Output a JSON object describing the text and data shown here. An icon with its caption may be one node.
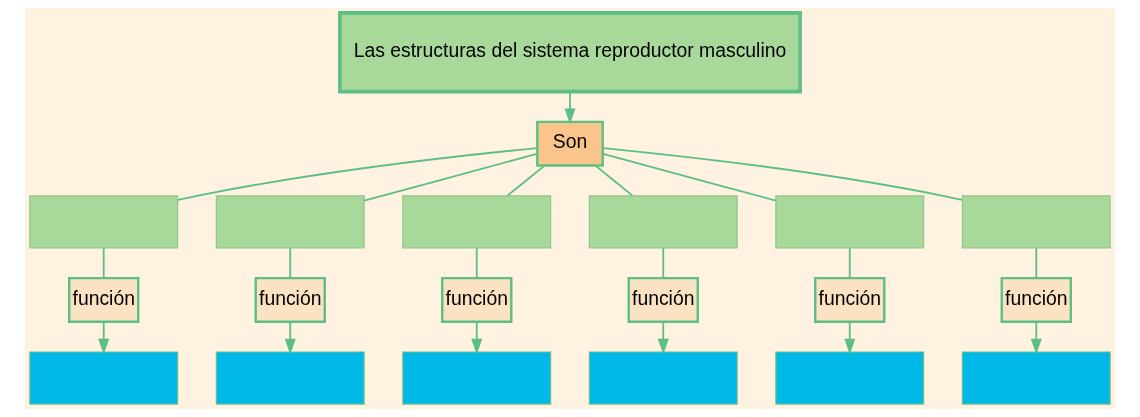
{
  "diagram": {
    "nodes": [
      {
        "text": [
          "Las estructuras del sistema reproductor masculino"
        ]
      },
      {
        "text": [
          "Son"
        ]
      },
      {
        "text": [],
        "shape": "box"
      },
      {
        "text": [],
        "shape": "box"
      },
      {
        "text": [],
        "shape": "box"
      },
      {
        "text": [],
        "shape": "box"
      },
      {
        "text": [],
        "shape": "box"
      },
      {
        "text": [],
        "shape": "box"
      },
      {
        "text": [
          "función"
        ]
      },
      {
        "text": [
          "función"
        ]
      },
      {
        "text": [
          "función"
        ]
      },
      {
        "text": [
          "función"
        ]
      },
      {
        "text": [
          "función"
        ]
      },
      {
        "text": [
          "función"
        ]
      },
      {
        "text": [],
        "shape": "box"
      },
      {
        "text": [],
        "shape": "box"
      },
      {
        "text": [],
        "shape": "box"
      },
      {
        "text": [],
        "shape": "box"
      },
      {
        "text": [],
        "shape": "box"
      },
      {
        "text": [],
        "shape": "box"
      }
    ],
    "edges": [
      {
        "from": 0,
        "to": 1,
        "arrow": "to"
      },
      {
        "from": 1,
        "to": 2,
        "arrow": "none"
      },
      {
        "from": 1,
        "to": 3,
        "arrow": "none"
      },
      {
        "from": 1,
        "to": 4,
        "arrow": "none"
      },
      {
        "from": 1,
        "to": 5,
        "arrow": "none"
      },
      {
        "from": 1,
        "to": 6,
        "arrow": "none"
      },
      {
        "from": 1,
        "to": 7,
        "arrow": "none"
      },
      {
        "from": 2,
        "to": 8,
        "arrow": "none"
      },
      {
        "from": 3,
        "to": 9,
        "arrow": "none"
      },
      {
        "from": 4,
        "to": 10,
        "arrow": "none"
      },
      {
        "from": 5,
        "to": 11,
        "arrow": "none"
      },
      {
        "from": 6,
        "to": 12,
        "arrow": "none"
      },
      {
        "from": 7,
        "to": 13,
        "arrow": "none"
      },
      {
        "from": 8,
        "to": 14,
        "arrow": "to"
      },
      {
        "from": 9,
        "to": 15,
        "arrow": "to"
      },
      {
        "from": 10,
        "to": 16,
        "arrow": "to"
      },
      {
        "from": 11,
        "to": 17,
        "arrow": "to"
      },
      {
        "from": 12,
        "to": 18,
        "arrow": "to"
      },
      {
        "from": 13,
        "to": 19,
        "arrow": "to"
      }
    ]
  }
}
